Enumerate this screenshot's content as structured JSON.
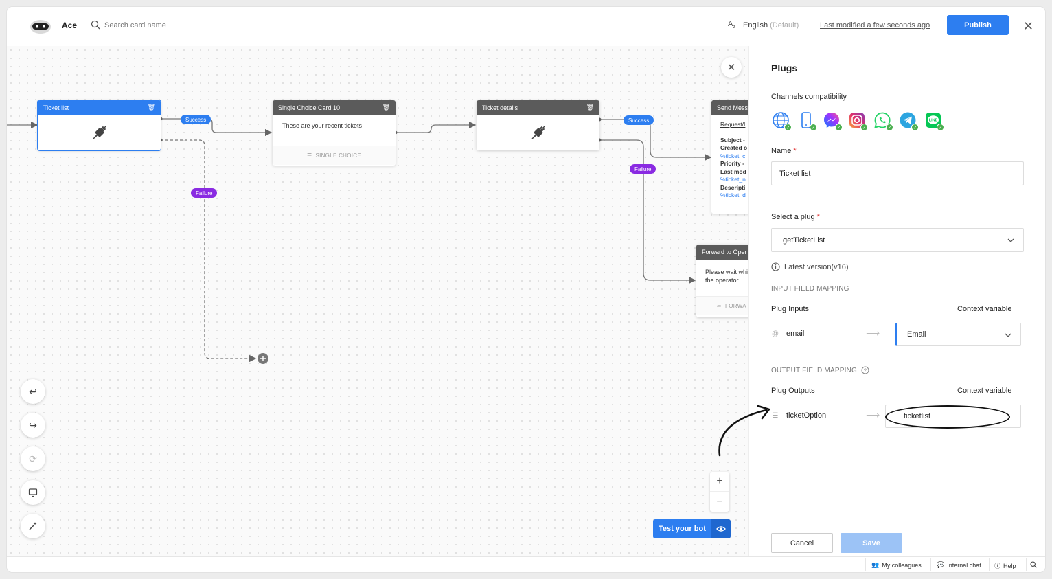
{
  "topbar": {
    "app_name": "Ace",
    "search_placeholder": "Search card name",
    "language": "English",
    "language_default": "(Default)",
    "last_modified": "Last modified a few seconds ago",
    "publish_label": "Publish"
  },
  "canvas": {
    "cards": {
      "ticket_list": {
        "title": "Ticket list"
      },
      "single_choice": {
        "title": "Single Choice Card 10",
        "text": "These are your recent tickets",
        "footer": "SINGLE CHOICE"
      },
      "ticket_details": {
        "title": "Ticket details"
      },
      "send_message": {
        "title": "Send Mess",
        "link": "Request/I",
        "lines": [
          {
            "text": "Subject -",
            "kind": "bold"
          },
          {
            "text": "Created o",
            "kind": "bold"
          },
          {
            "text": "%ticket_c",
            "kind": "var"
          },
          {
            "text": "Priority -",
            "kind": "bold"
          },
          {
            "text": "Last mod",
            "kind": "bold"
          },
          {
            "text": "%ticket_n",
            "kind": "var"
          },
          {
            "text": "Descripti",
            "kind": "bold"
          },
          {
            "text": "%ticket_d",
            "kind": "var"
          }
        ]
      },
      "forward": {
        "title": "Forward to Oper",
        "text_line1": "Please wait whi",
        "text_line2": "the operator",
        "footer": "FORWA"
      }
    },
    "pills": {
      "success": "Success",
      "failure": "Failure"
    },
    "test_bot_label": "Test your bot",
    "zoom_in": "+",
    "zoom_out": "−"
  },
  "panel": {
    "title": "Plugs",
    "channels_label": "Channels compatibility",
    "channels": [
      "web-icon",
      "mobile-icon",
      "messenger-icon",
      "instagram-icon",
      "whatsapp-icon",
      "telegram-icon",
      "line-icon"
    ],
    "name_label": "Name",
    "name_value": "Ticket list",
    "plug_label": "Select a plug",
    "plug_value": "getTicketList",
    "version": "Latest version(v16)",
    "input_mapping_label": "INPUT FIELD MAPPING",
    "plug_inputs_label": "Plug Inputs",
    "context_variable_label": "Context variable",
    "input_field": "email",
    "input_context": "Email",
    "output_mapping_label": "OUTPUT FIELD MAPPING",
    "plug_outputs_label": "Plug Outputs",
    "output_field": "ticketOption",
    "output_context": "ticketlist",
    "cancel_label": "Cancel",
    "save_label": "Save"
  },
  "footer": {
    "colleagues": "My colleagues",
    "internal_chat": "Internal chat",
    "help": "Help"
  },
  "colors": {
    "accent": "#2d7ef0",
    "failure": "#8a2be2",
    "card_header": "#5b5b5b"
  }
}
